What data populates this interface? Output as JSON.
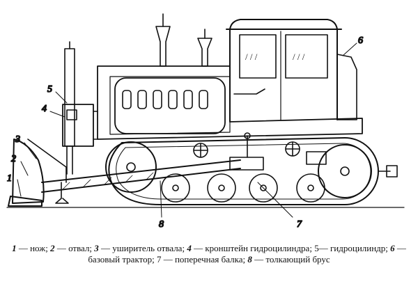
{
  "figure": {
    "callouts": [
      "1",
      "2",
      "3",
      "4",
      "5",
      "6",
      "7",
      "8"
    ],
    "cab_window_hatch": "/  /  /"
  },
  "caption": {
    "items": [
      {
        "num": "1",
        "text": " — нож; ",
        "style": "bold-italic"
      },
      {
        "num": "2",
        "text": " — отвал; ",
        "style": "bold-italic"
      },
      {
        "num": "3",
        "text": " — уширитель отвала; ",
        "style": "bold-italic"
      },
      {
        "num": "4",
        "text": " — кронштейн гидроцилиндра; ",
        "style": "bold-italic"
      },
      {
        "num": "5",
        "text": "— гидроцилиндр; ",
        "style": "plain"
      },
      {
        "num": "6",
        "text": " — базовый трактор; ",
        "style": "bold-italic"
      },
      {
        "num": "7",
        "text": " — поперечная балка; ",
        "style": "plain"
      },
      {
        "num": "8",
        "text": " — толкающий брус",
        "style": "bold-italic"
      }
    ]
  }
}
